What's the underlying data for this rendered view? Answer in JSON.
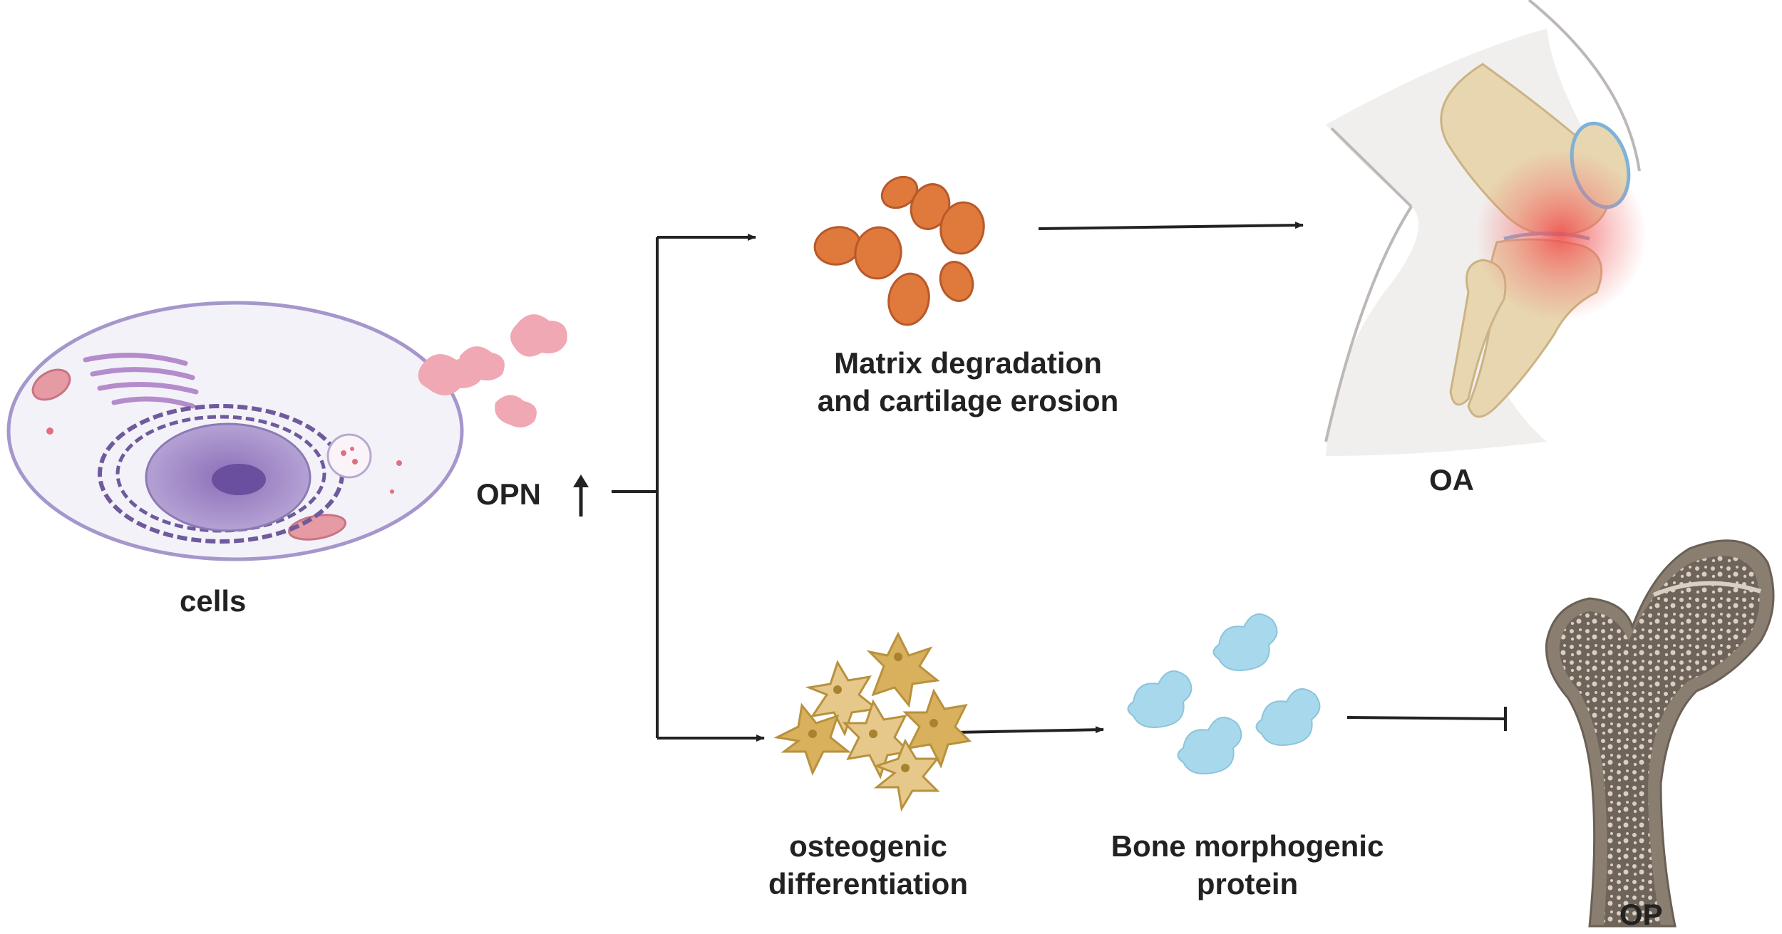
{
  "labels": {
    "cells": "cells",
    "opn": "OPN",
    "matrix_line1": "Matrix degradation",
    "matrix_line2": "and cartilage erosion",
    "oa": "OA",
    "osteogenic_line1": "osteogenic",
    "osteogenic_line2": "differentiation",
    "bmp_line1": "Bone morphogenic",
    "bmp_line2": "protein",
    "op": "OP"
  },
  "icons": {
    "cell": "cell-icon",
    "opn_protein": "opn-protein-icon",
    "up_arrow": "up-arrow-icon",
    "matrix_granules": "matrix-granules-icon",
    "knee_joint": "knee-joint-icon",
    "osteoblasts": "osteoblast-cells-icon",
    "bmp_protein": "bmp-protein-icon",
    "femur_bone": "femur-bone-icon"
  },
  "colors": {
    "cell_outline": "#9d8fc8",
    "cell_nucleus": "#7a63a8",
    "opn": "#f0a8b4",
    "matrix": "#e07a3c",
    "knee_bone": "#e8d6b0",
    "inflammation": "#f05a5a",
    "osteoblast": "#d9b15c",
    "bmp": "#a8d8ec",
    "femur": "#8a7e70",
    "arrow": "#222222"
  }
}
